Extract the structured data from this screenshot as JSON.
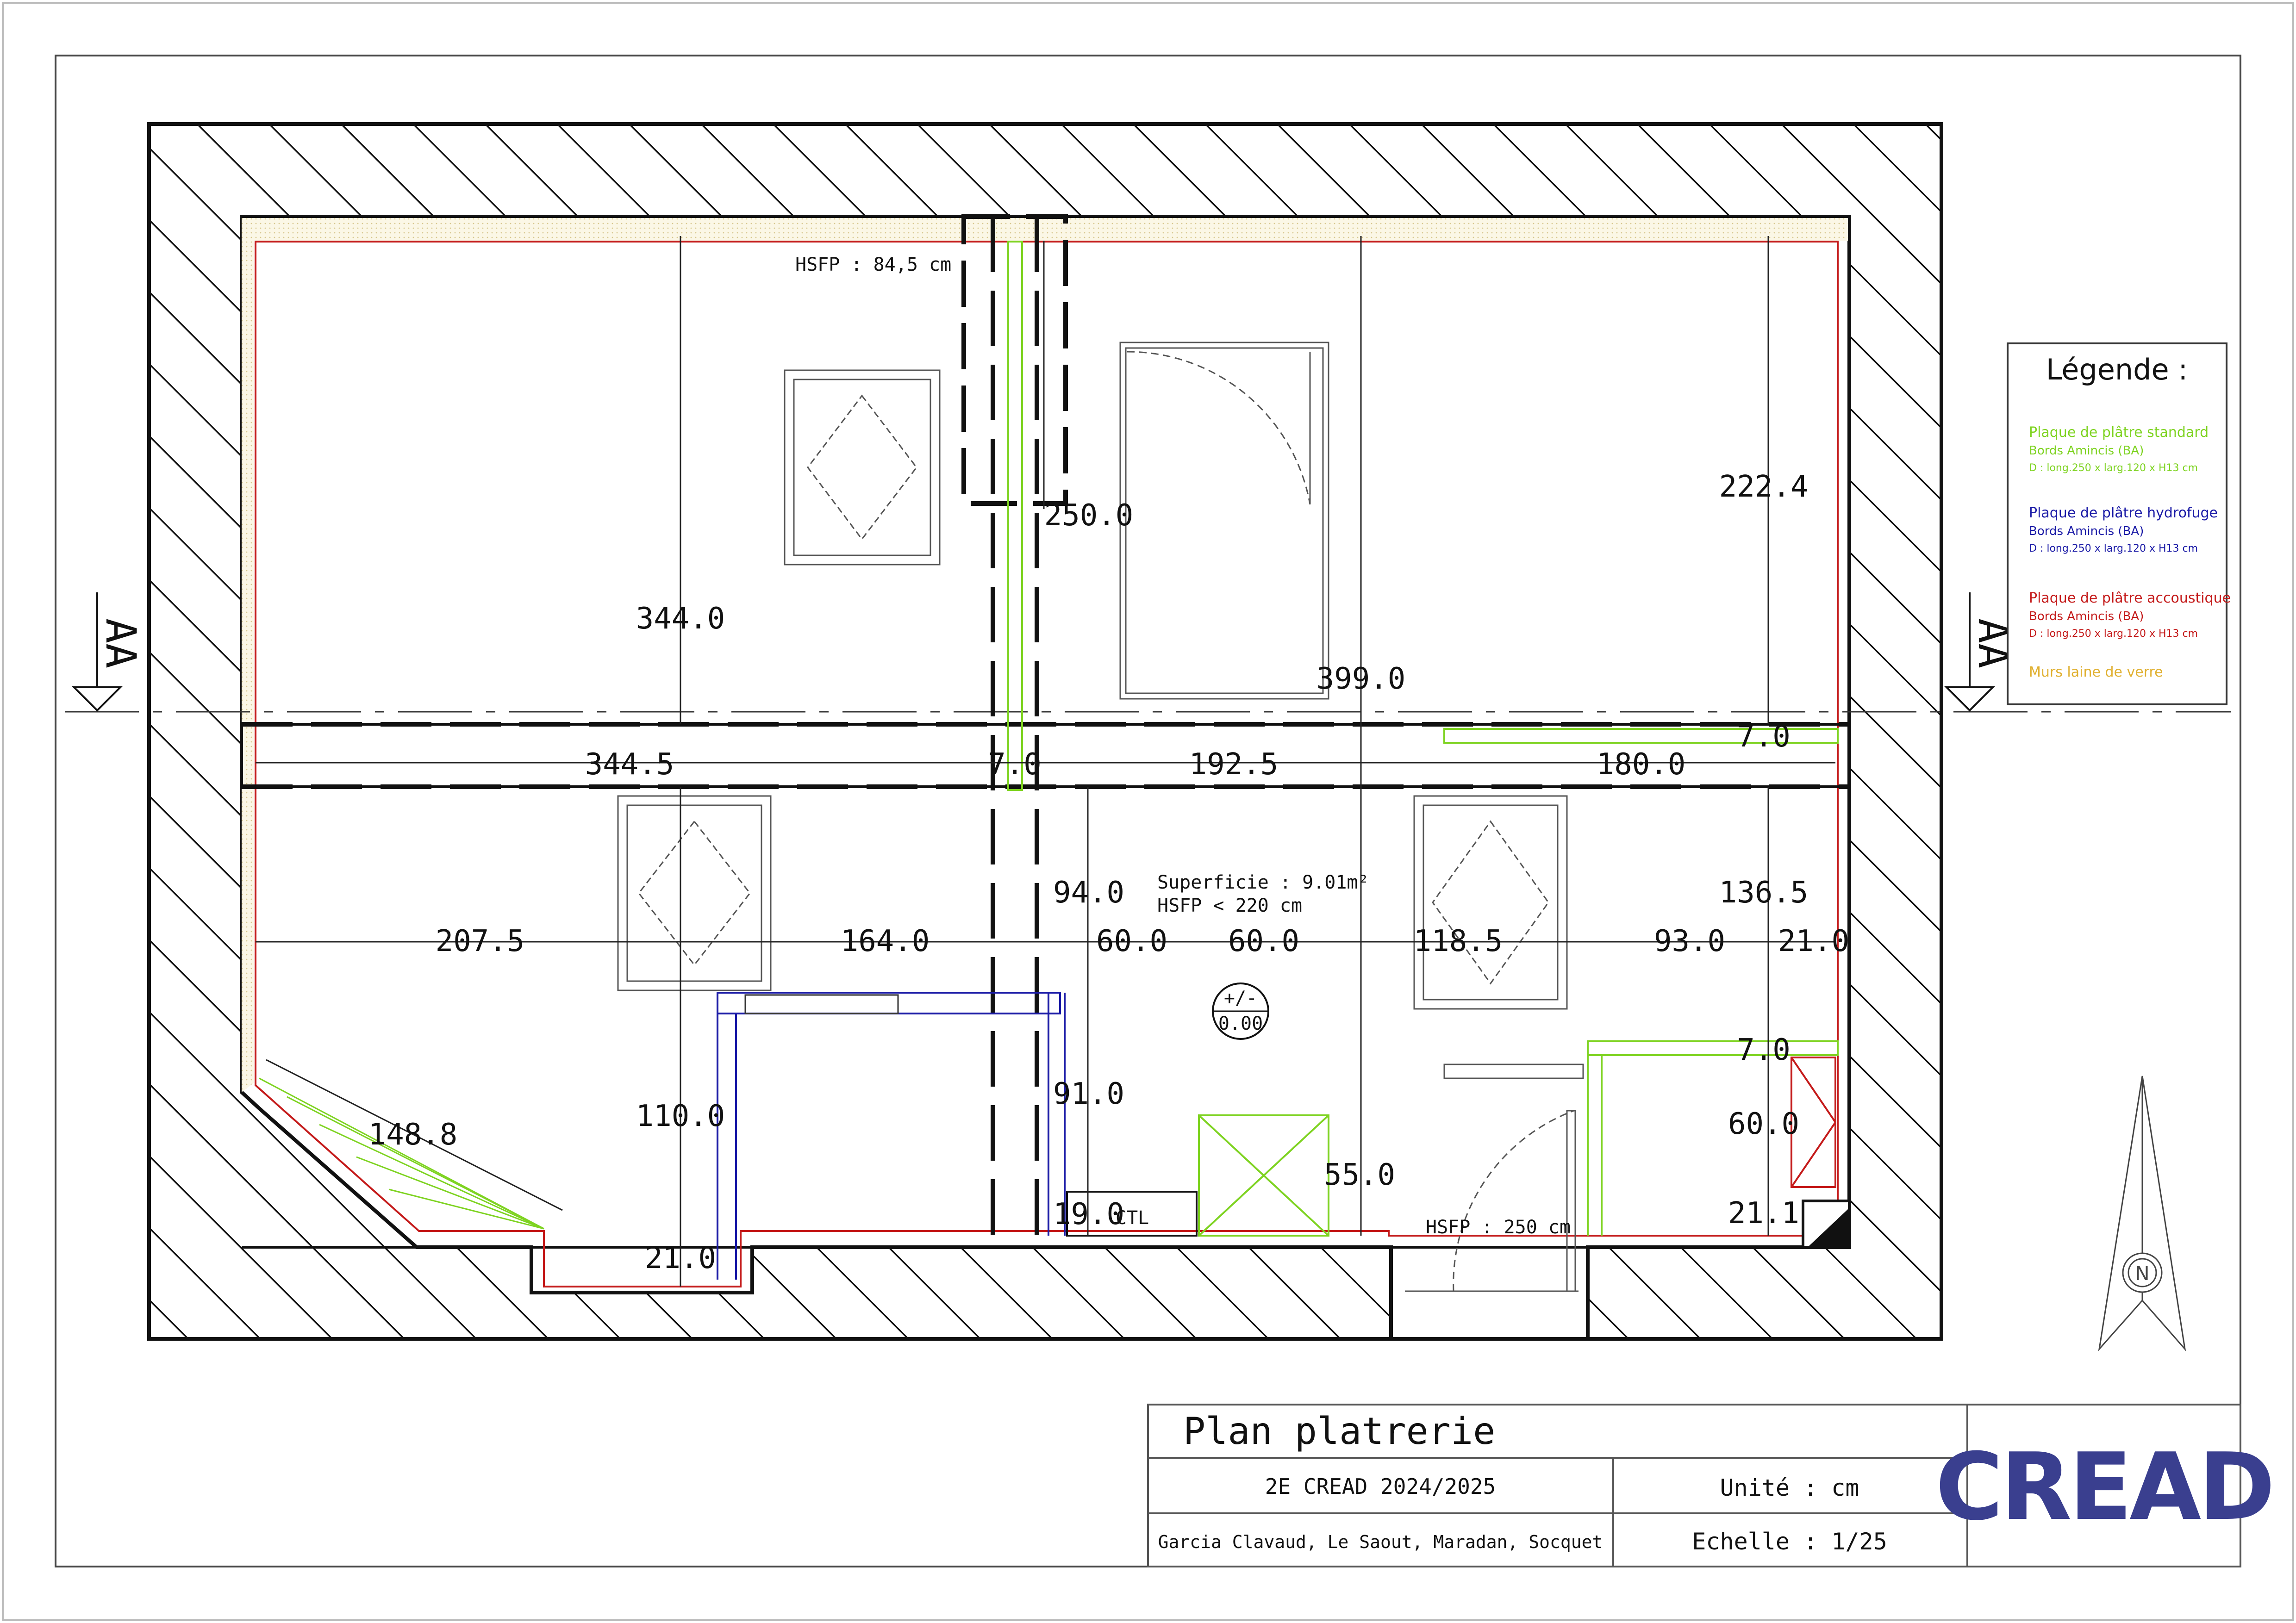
{
  "plan": {
    "hsfp_top": "HSFP : 84,5 cm",
    "hsfp_bottom": "HSFP : 250 cm",
    "surface_line1": "Superficie : 9.01m²",
    "surface_line2": "HSFP < 220 cm",
    "level_line1": "+/-",
    "level_line2": "0.00",
    "section_mark": "AA",
    "ctl_label": "CTL",
    "north_label": "N"
  },
  "dimensions": {
    "d344_0": "344.0",
    "d250_0": "250.0",
    "d222_4": "222.4",
    "d399_0": "399.0",
    "d344_5": "344.5",
    "d7_0_mid": "7.0",
    "d192_5": "192.5",
    "d180_0": "180.0",
    "d7_0_right": "7.0",
    "d94_0": "94.0",
    "d136_5": "136.5",
    "d207_5": "207.5",
    "d164_0": "164.0",
    "d60_0_a": "60.0",
    "d60_0_b": "60.0",
    "d118_5": "118.5",
    "d93_0": "93.0",
    "d21_0_right": "21.0",
    "d148_8": "148.8",
    "d110_0": "110.0",
    "d91_0": "91.0",
    "d7_0_low": "7.0",
    "d60_0_c": "60.0",
    "d55_0": "55.0",
    "d19_0": "19.0",
    "d21_1": "21.1",
    "d21_0_bottom": "21.0"
  },
  "legend": {
    "title": "Légende :",
    "items": [
      {
        "name": "Plaque de plâtre standard",
        "sub1": "Bords Amincis (BA)",
        "sub2": "D : long.250 x larg.120 x H13 cm",
        "color": "#7ed321"
      },
      {
        "name": "Plaque de plâtre hydrofuge",
        "sub1": "Bords Amincis (BA)",
        "sub2": "D : long.250 x larg.120 x H13 cm",
        "color": "#1a1aa6"
      },
      {
        "name": "Plaque de plâtre accoustique",
        "sub1": "Bords Amincis (BA)",
        "sub2": "D : long.250 x larg.120 x H13 cm",
        "color": "#c41a1a"
      },
      {
        "name": "Murs laine de verre",
        "color": "#e0b030"
      }
    ]
  },
  "title_block": {
    "title": "Plan platrerie",
    "project": "2E CREAD 2024/2025",
    "unit": "Unité : cm",
    "authors": "Garcia Clavaud, Le Saout, Maradan, Socquet",
    "scale": "Echelle : 1/25",
    "logo_text": "CREAD",
    "logo_color": "#3a3f8f"
  }
}
